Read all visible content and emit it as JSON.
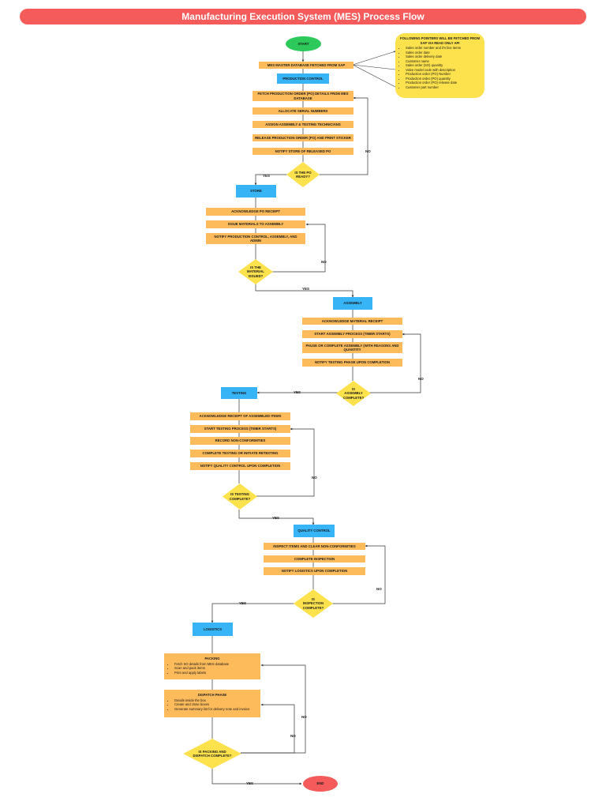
{
  "title": "Manufacturing Execution System (MES) Process Flow",
  "start": "START",
  "end": "END",
  "info": {
    "heading": "FOLLOWING POINTERS WILL BE FETCHED FROM SAP VIA READ ONLY API",
    "items": [
      "Sales order number and it's line items",
      "Sales order date",
      "Sales order delivery date",
      "Customer name",
      "Sales order (SO) quantity",
      "Valve model code with description",
      "Production order (PO) Number",
      "Production order (PO) quantity",
      "Production order (PO) release date",
      "Customer part number"
    ]
  },
  "mes_master": "MES MASTER DATABASE FETCHED FROM SAP",
  "production_control": {
    "header": "PRODUCTION CONTROL",
    "steps": [
      "FETCH PRODUCTION ORDER (PO) DETAILS FROM MES DATABASE",
      "ALLOCATE SERIAL NUMBERS",
      "ASSIGN ASSEMBLY & TESTING TECHNICIANS",
      "RELEASE PRODUCTION ORDER (PO) AND PRINT STICKER",
      "NOTIFY STORE OF RELEASED PO"
    ],
    "decision": "IS THE PO READY?"
  },
  "store": {
    "header": "STORE",
    "steps": [
      "ACKNOWLEDGE PO RECEIPT",
      "ISSUE MATERIALS TO ASSEMBLY",
      "NOTIFY PRODUCTION CONTROL, ASSEMBLY, AND ADMIN"
    ],
    "decision": "IS THE MATERIAL ISSUED?"
  },
  "assembly": {
    "header": "ASSEMBLY",
    "steps": [
      "ACKNOWLEDGE MATERIAL RECEIPT",
      "START ASSEMBLY PROCESS (TIMER STARTS)",
      "PAUSE OR COMPLETE ASSEMBLY (WITH REASONS AND QUANTITY",
      "NOTIFY TESTING PHASE UPON COMPLETION"
    ],
    "decision": "IS ASSEMBLY COMPLETE?"
  },
  "testing": {
    "header": "TESTING",
    "steps": [
      "ACKNOWLEDGE RECEIPT OF ASSEMBLED ITEMS",
      "START TESTING PROCESS (TIMER STARTS)",
      "RECORD NON-CONFORMITIES",
      "COMPLETE TESTING OR INITIATE RETESTING",
      "NOTIFY QUALITY CONTROL UPON COMPLETION"
    ],
    "decision": "IS TESTING COMPLETE?"
  },
  "quality": {
    "header": "QUALITY CONTROL",
    "steps": [
      "INSPECT ITEMS AND CLEAR NON-CONFORMITIES",
      "COMPLETE INSPECTION",
      "NOTIFY LOGISTICS UPON COMPLETION"
    ],
    "decision": "IS INSPECTION COMPLETE?"
  },
  "logistics": {
    "header": "LOGISTICS",
    "packing": {
      "title": "PACKING",
      "items": [
        "Fetch SO details from MES database",
        "Scan and pack items",
        "Print and apply labels"
      ]
    },
    "dispatch": {
      "title": "DISPATCH PHASE",
      "items": [
        "Details inside the box",
        "Create and close boxes",
        "Generate summary list for delivery note and invoice"
      ]
    },
    "decision": "IS PACKING AND DISPATCH COMPLETE?"
  },
  "labels": {
    "yes": "YES",
    "no": "NO"
  },
  "colors": {
    "title": "#f65b5b",
    "step": "#fdbb5c",
    "phase": "#37b4f6",
    "decision": "#fde24d",
    "start": "#2dc95a",
    "end": "#f65b5b"
  }
}
